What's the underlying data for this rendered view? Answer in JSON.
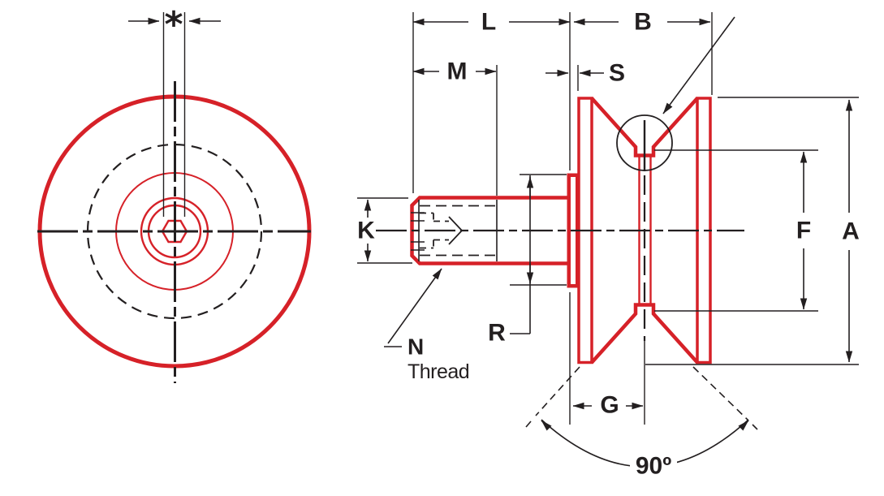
{
  "colors": {
    "part_red": "#d62128",
    "line_black": "#231f20",
    "background": "#ffffff"
  },
  "labels": {
    "star": "*",
    "L": "L",
    "B": "B",
    "M": "M",
    "S": "S",
    "K": "K",
    "R": "R",
    "F": "F",
    "A": "A",
    "G": "G",
    "N": "N",
    "thread": "Thread",
    "angle": "90º"
  }
}
